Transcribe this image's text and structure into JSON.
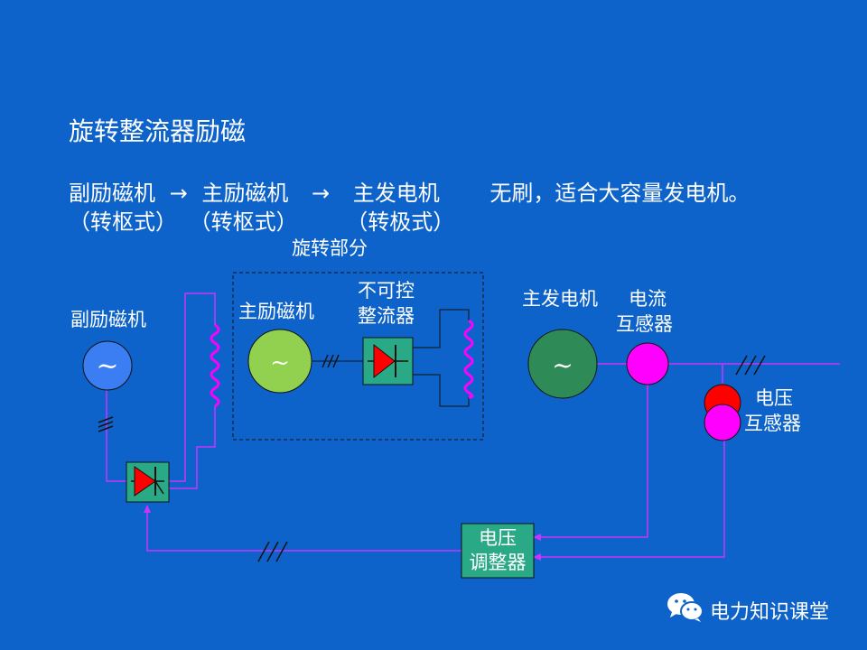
{
  "title": "旋转整流器励磁",
  "chain": {
    "sub_exciter": "副励磁机",
    "arrow1": "→",
    "main_exciter": "主励磁机",
    "arrow2": "→",
    "main_generator": "主发电机",
    "note": "无刷，适合大容量发电机。",
    "rotor_type1": "（转枢式）",
    "rotor_type2": "（转枢式）",
    "rotor_type3": "（转极式）"
  },
  "diagram": {
    "rotating_part": "旋转部分",
    "sub_exciter_label": "副励磁机",
    "main_exciter_label": "主励磁机",
    "rectifier_label_1": "不可控",
    "rectifier_label_2": "整流器",
    "main_generator_label": "主发电机",
    "current_transformer_1": "电流",
    "current_transformer_2": "互感器",
    "voltage_transformer_1": "电压",
    "voltage_transformer_2": "互感器",
    "regulator_1": "电压",
    "regulator_2": "调整器",
    "ac_symbol": "~"
  },
  "brand": "电力知识课堂",
  "colors": {
    "background": "#0d63c9",
    "sub_exciter_circle": "#3b7df2",
    "main_exciter_circle": "#92d050",
    "generator_circle": "#2e8b57",
    "transformer_magenta": "#ff00ff",
    "transformer_red": "#ff0000",
    "box_fill": "#2aa987",
    "wire": "#cc33ff",
    "dark_line": "#111111"
  }
}
